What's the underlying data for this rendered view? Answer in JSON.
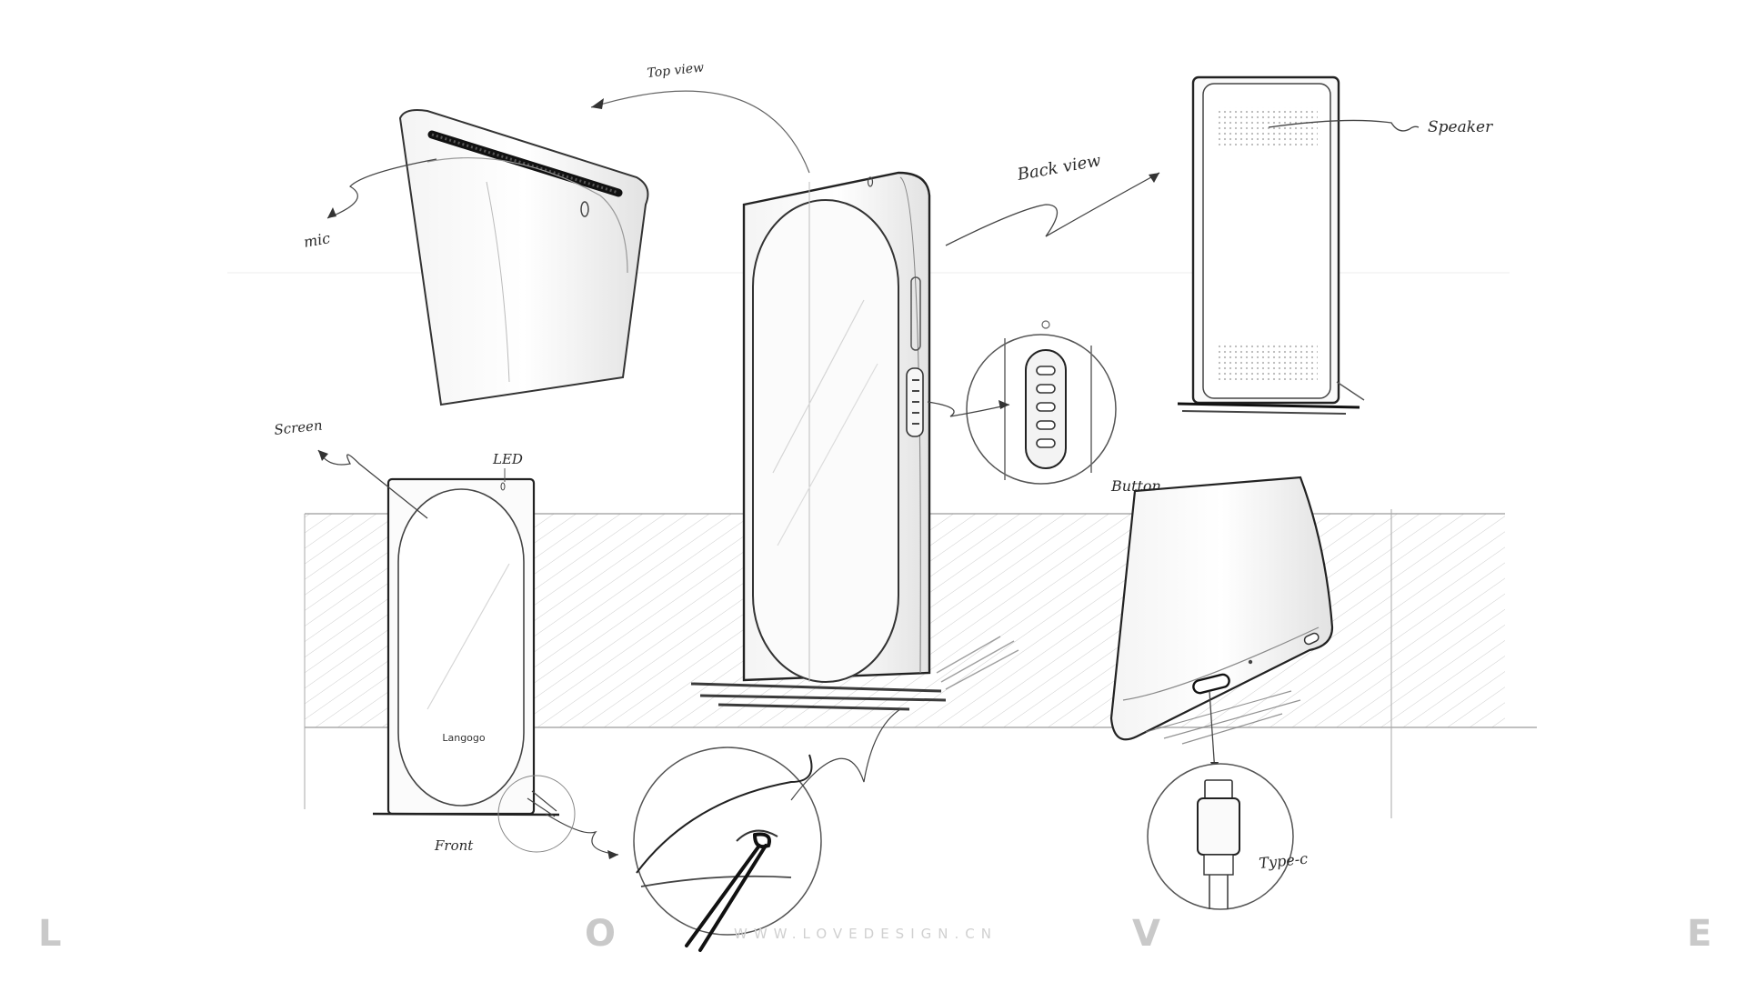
{
  "labels": {
    "top_view": "Top view",
    "back_view": "Back view",
    "speaker": "Speaker",
    "mic": "mic",
    "screen": "Screen",
    "led": "LED",
    "button": "Button",
    "front": "Front",
    "brand": "Langogo",
    "type_c": "Type-c"
  },
  "footer": {
    "letter_l": "L",
    "letter_o": "O",
    "url": "WWW.LOVEDESIGN.CN",
    "letter_v": "V",
    "letter_e": "E"
  }
}
